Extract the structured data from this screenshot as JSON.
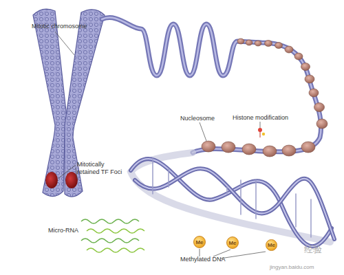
{
  "diagram": {
    "nodes": [
      {
        "text": [
          "Me"
        ]
      },
      {
        "text": [
          "Me"
        ]
      },
      {
        "text": [
          "Me"
        ]
      }
    ],
    "labels": [
      "Mitotic chromosome",
      "Nucleosome",
      "Histone modification",
      "Mitotically retained TF Foci",
      "Micro-RNA",
      "Methylated DNA",
      "jingyan.baidu.com",
      "经验"
    ]
  }
}
